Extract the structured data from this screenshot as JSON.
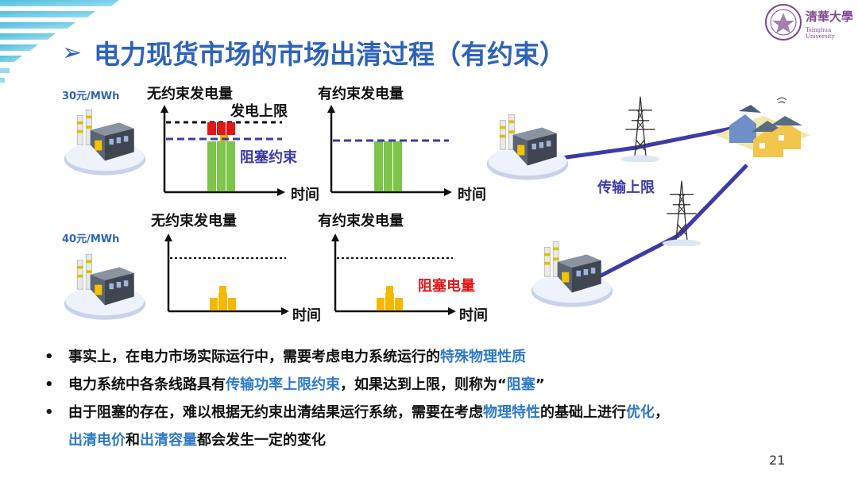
{
  "title": "电力现货市场的市场出清过程（有约束）",
  "prices": {
    "top": "30元/MWh",
    "bottom": "40元/MWh"
  },
  "charts": {
    "top_left_title": "无约束发电量",
    "top_right_title": "有约束发电量",
    "bottom_left_title": "无约束发电量",
    "bottom_right_title": "有约束发电量",
    "x_axis_label": "时间",
    "upper_limit_label": "发电上限",
    "congestion_constraint_label": "阻塞约束",
    "congestion_energy_label": "阻塞电量"
  },
  "network": {
    "transmission_limit_label": "传输上限"
  },
  "bullets": [
    {
      "parts": [
        "事实上，在电力市场实际运行中，需要考虑电力系统运行的",
        "特殊物理性质"
      ]
    },
    {
      "parts": [
        "电力系统中各条线路具有",
        "传输功率上限约束",
        "，如果达到上限，则称为“",
        "阻塞",
        "”"
      ]
    },
    {
      "parts": [
        "由于阻塞的存在，难以根据无约束出清结果运行系统，需要在考虑",
        "物理特性",
        "的基础上进行",
        "优化",
        "，"
      ]
    },
    {
      "parts": [
        "出清电价",
        "和",
        "出清容量",
        "都会发生一定的变化"
      ]
    }
  ],
  "logo": {
    "cn": "清華大學",
    "en": "Tsinghua University"
  },
  "page_number": "21",
  "colors": {
    "title": "#2e63b8",
    "highlight": "#2e79c9",
    "line": "#3b3ba8",
    "red": "#e51616",
    "green": "#7cc44a",
    "yellow": "#f5b800"
  }
}
